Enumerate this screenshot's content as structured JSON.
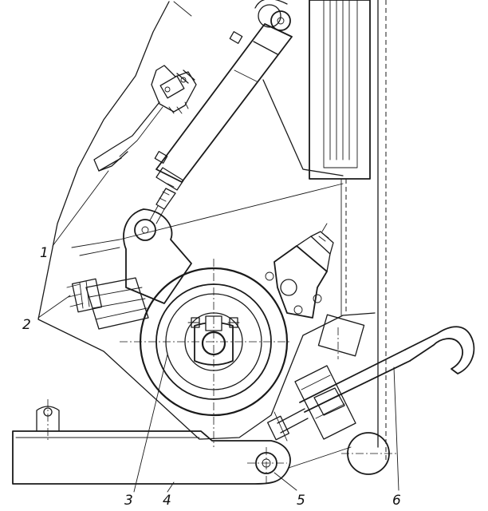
{
  "callouts": [
    {
      "id": "1",
      "text": "1"
    },
    {
      "id": "2",
      "text": "2"
    },
    {
      "id": "3",
      "text": "3"
    },
    {
      "id": "4",
      "text": "4"
    },
    {
      "id": "5",
      "text": "5"
    },
    {
      "id": "6",
      "text": "6"
    }
  ],
  "colors": {
    "ink": "#1a1a1a",
    "paper": "#ffffff"
  }
}
